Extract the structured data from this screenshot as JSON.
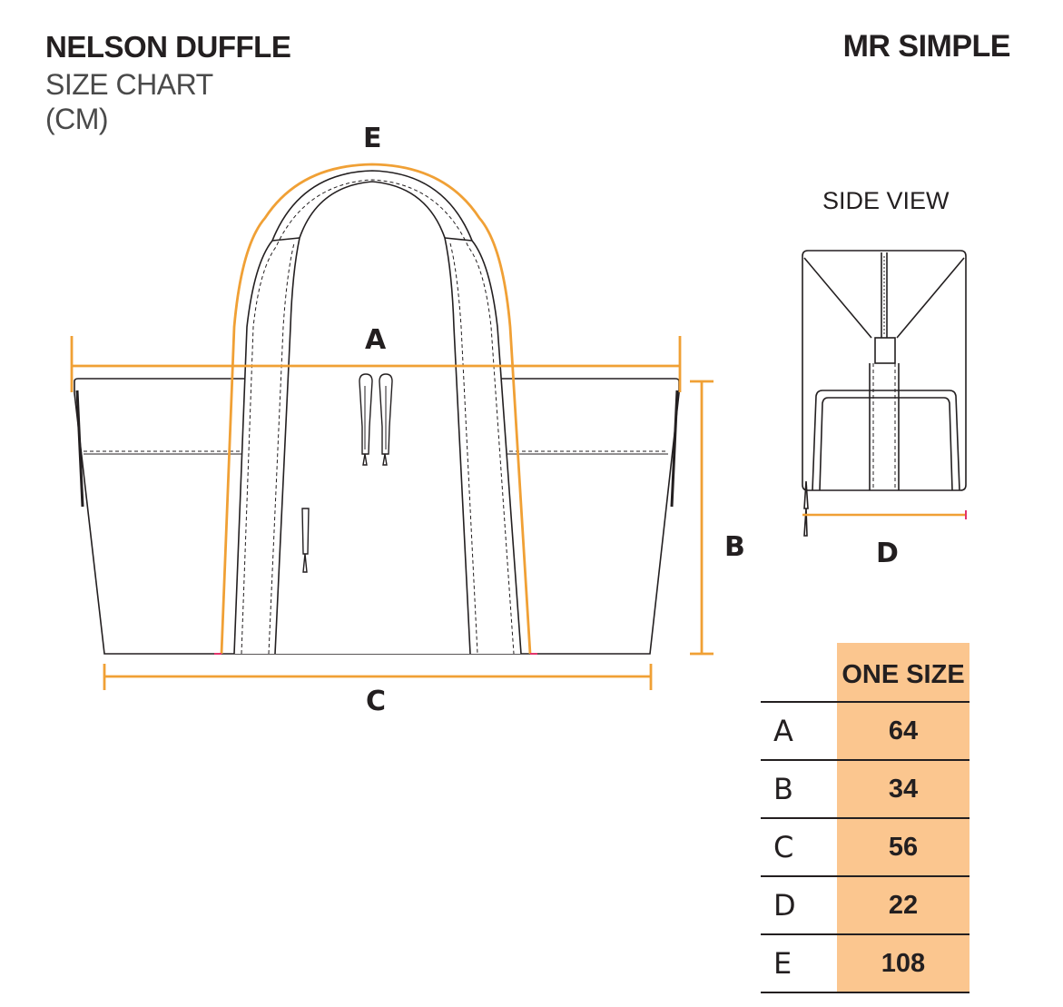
{
  "header": {
    "product_name": "NELSON DUFFLE",
    "subtitle": "SIZE CHART",
    "units": "(CM)",
    "brand": "MR SIMPLE"
  },
  "side_view": {
    "label": "SIDE VIEW"
  },
  "dimension_labels": {
    "a": "A",
    "b": "B",
    "c": "C",
    "d": "D",
    "e": "E"
  },
  "colors": {
    "measure_line": "#f0a035",
    "outline": "#231f20",
    "table_fill": "#fbc68f",
    "accent_tick": "#e2336b"
  },
  "size_table": {
    "column_header": "ONE SIZE",
    "rows": [
      {
        "label": "A",
        "value": "64"
      },
      {
        "label": "B",
        "value": "34"
      },
      {
        "label": "C",
        "value": "56"
      },
      {
        "label": "D",
        "value": "22"
      },
      {
        "label": "E",
        "value": "108"
      }
    ]
  }
}
